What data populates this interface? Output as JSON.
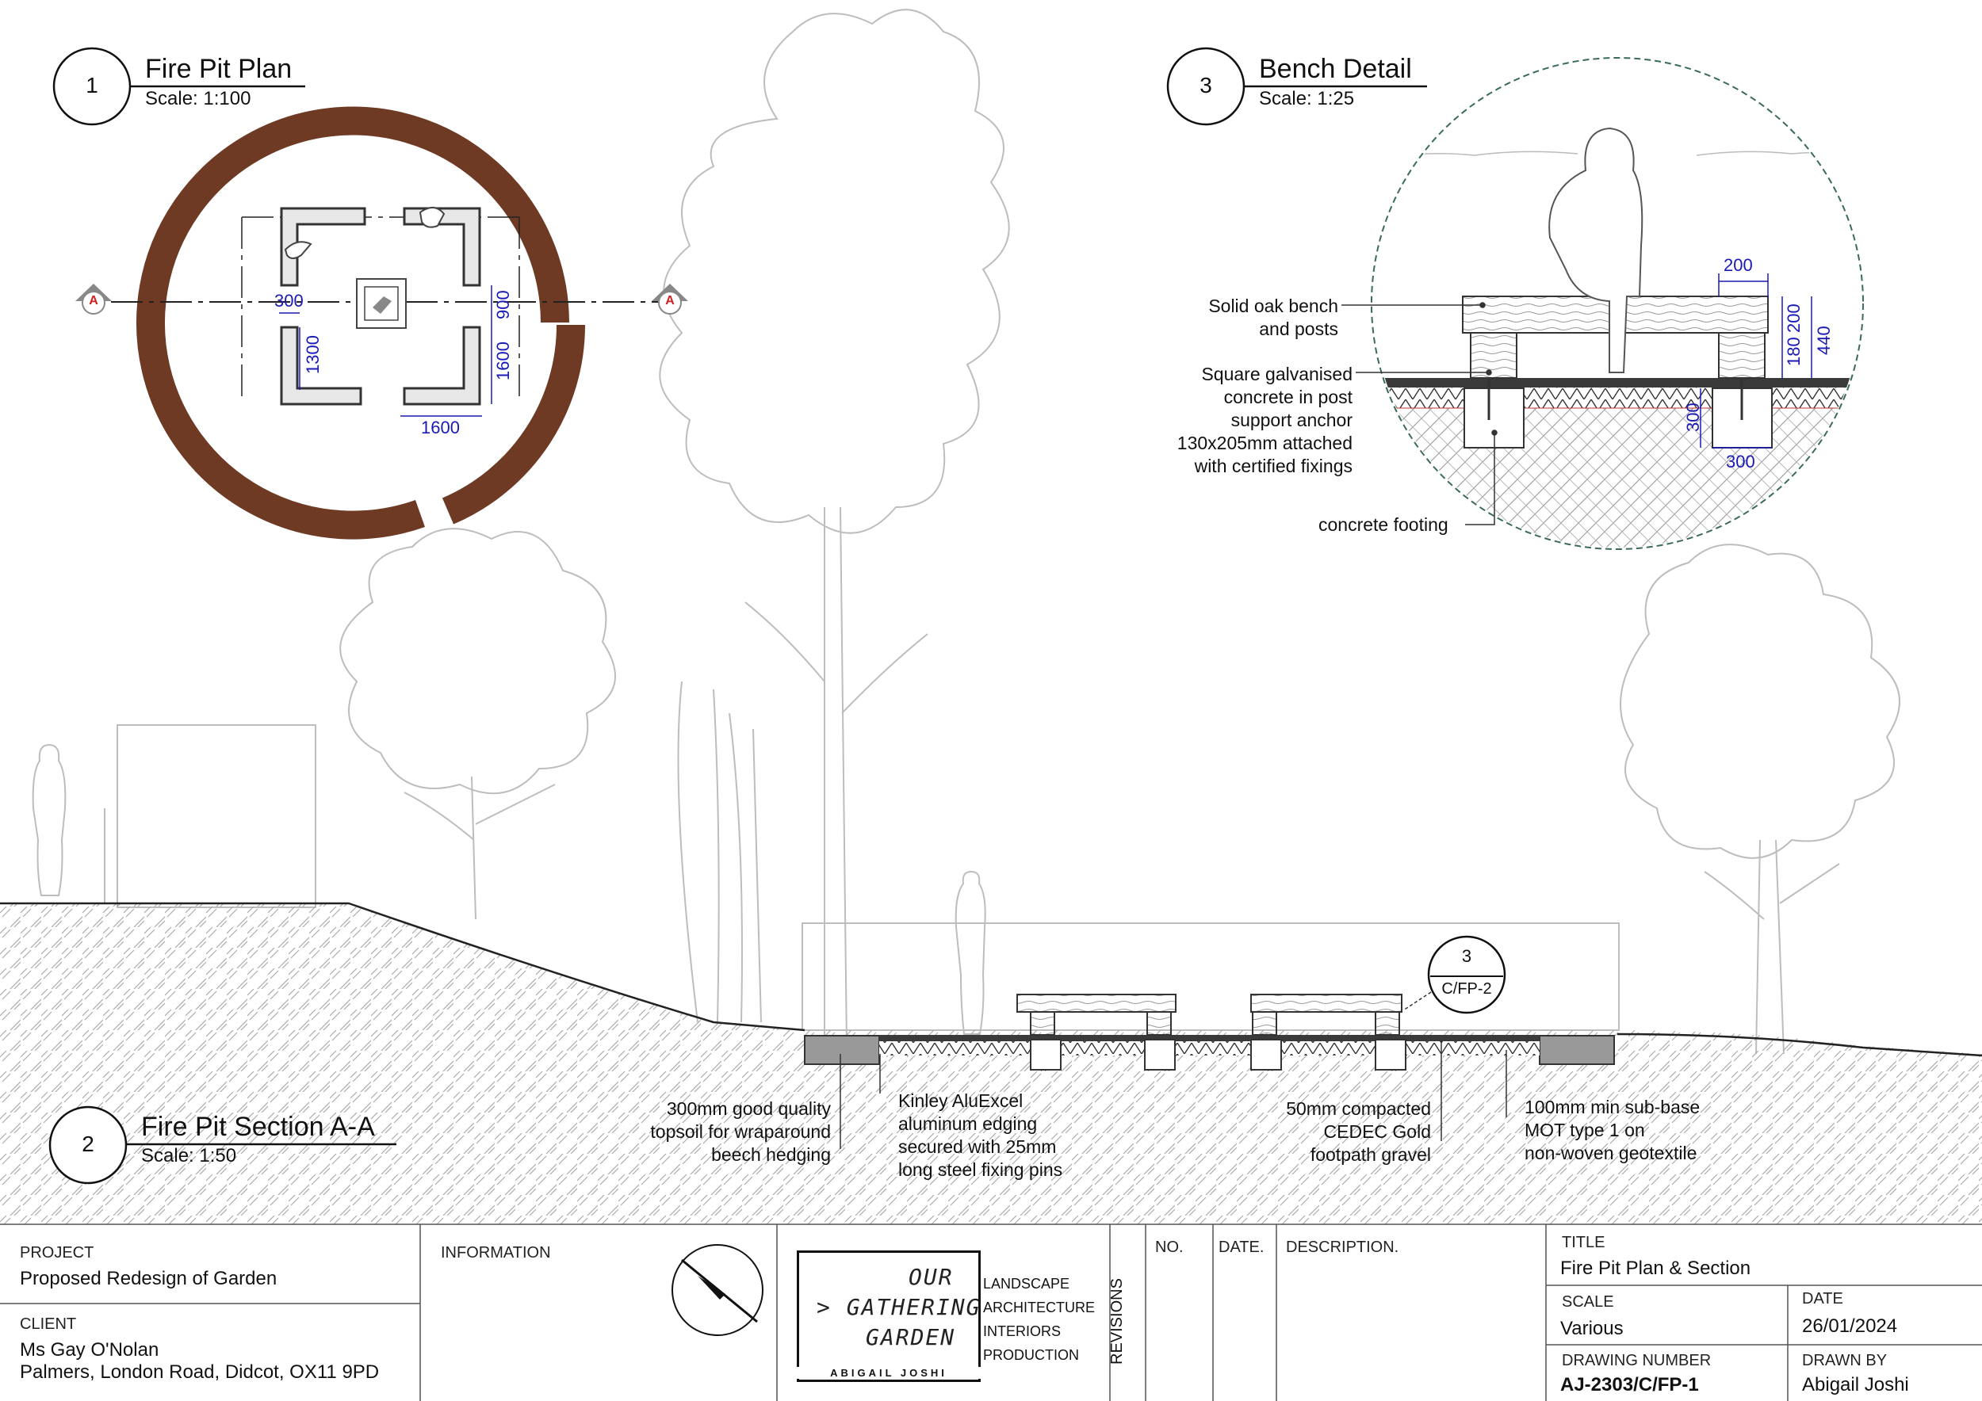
{
  "views": {
    "plan": {
      "number": "1",
      "title": "Fire Pit Plan",
      "scale": "Scale: 1:100",
      "dims": {
        "gap": "300",
        "bench_a": "1300",
        "bench_b": "900",
        "bench_c": "1600",
        "bench_d": "1600"
      },
      "section_marker": "A"
    },
    "section": {
      "number": "2",
      "title": "Fire Pit Section A-A",
      "scale": "Scale: 1:50",
      "callout_number": "3",
      "callout_ref": "C/FP-2",
      "notes": {
        "topsoil": [
          "300mm good quality",
          "topsoil for wraparound",
          "beech hedging"
        ],
        "edging": [
          "Kinley AluExcel",
          "aluminum edging",
          "secured with 25mm",
          "long steel fixing pins"
        ],
        "gravel": [
          "50mm compacted",
          "CEDEC Gold",
          "footpath gravel"
        ],
        "subbase": [
          "100mm min sub-base",
          "MOT type 1 on",
          "non-woven geotextile"
        ]
      }
    },
    "bench": {
      "number": "3",
      "title": "Bench Detail",
      "scale": "Scale: 1:25",
      "notes": {
        "bench": [
          "Solid oak bench",
          "and posts"
        ],
        "anchor": [
          "Square galvanised",
          "concrete in post",
          "support anchor",
          "130x205mm attached",
          "with certified fixings"
        ],
        "footing": [
          "concrete footing"
        ]
      },
      "dims": {
        "post_w": "200",
        "seat_h": "200",
        "post_h": "180",
        "total_h": "440",
        "footing_d": "300",
        "footing_w": "300"
      }
    }
  },
  "title_block": {
    "project_label": "PROJECT",
    "project": "Proposed Redesign of Garden",
    "client_label": "CLIENT",
    "client_name": "Ms Gay O'Nolan",
    "client_address": "Palmers, London Road, Didcot, OX11 9PD",
    "information_label": "INFORMATION",
    "logo": {
      "line1": "OUR",
      "line2": "> GATHERING",
      "line3": "GARDEN",
      "footer": "ABIGAIL JOSHI"
    },
    "services": [
      "LANDSCAPE",
      "ARCHITECTURE",
      "INTERIORS",
      "PRODUCTION"
    ],
    "revisions_label": "REVISIONS",
    "no_label": "NO.",
    "date_col_label": "DATE.",
    "description_label": "DESCRIPTION.",
    "title_label": "TITLE",
    "title": "Fire Pit Plan & Section",
    "scale_label": "SCALE",
    "scale": "Various",
    "date_label": "DATE",
    "date": "26/01/2024",
    "drawing_number_label": "DRAWING NUMBER",
    "drawing_number": "AJ-2303/C/FP-1",
    "drawn_by_label": "DRAWN BY",
    "drawn_by": "Abigail Joshi"
  },
  "colors": {
    "ring": "#6e3a24",
    "dimension": "#1a1ab4",
    "marker": "#d42020",
    "line": "#222222",
    "faint": "#b8b8b8"
  }
}
